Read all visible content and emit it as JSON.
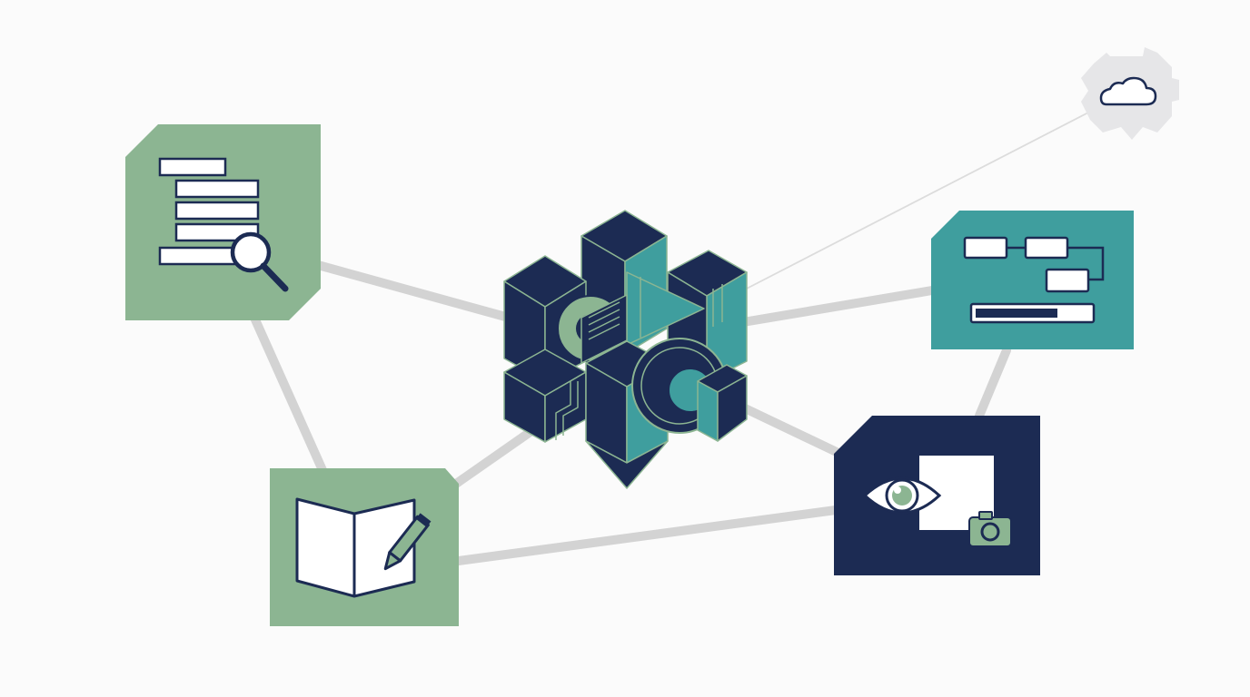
{
  "colors": {
    "background": "#fbfbfb",
    "connector": "#d3d3d3",
    "connector_thin": "#dcdcdc",
    "sage_green": "#8cb592",
    "teal": "#3f9e9e",
    "navy": "#1c2b53",
    "cloud_gray": "#e6e6e8",
    "white": "#ffffff"
  },
  "nodes": [
    {
      "id": "hub",
      "icon": "interlocking-cubes-gears-icon",
      "color": "navy"
    },
    {
      "id": "search-docs",
      "icon": "document-search-icon",
      "color": "sage_green"
    },
    {
      "id": "notebook",
      "icon": "notebook-pencil-icon",
      "color": "sage_green"
    },
    {
      "id": "workflow",
      "icon": "flowchart-progress-icon",
      "color": "teal"
    },
    {
      "id": "vision",
      "icon": "eye-camera-icon",
      "color": "navy"
    },
    {
      "id": "cloud",
      "icon": "cloud-icon",
      "color": "cloud_gray"
    }
  ],
  "edges": [
    {
      "from": "search-docs",
      "to": "hub",
      "style": "thick"
    },
    {
      "from": "search-docs",
      "to": "notebook",
      "style": "thick"
    },
    {
      "from": "notebook",
      "to": "hub",
      "style": "thick"
    },
    {
      "from": "notebook",
      "to": "vision",
      "style": "thick"
    },
    {
      "from": "hub",
      "to": "workflow",
      "style": "thick"
    },
    {
      "from": "hub",
      "to": "vision",
      "style": "thick"
    },
    {
      "from": "workflow",
      "to": "vision",
      "style": "thick"
    },
    {
      "from": "hub",
      "to": "cloud",
      "style": "thin"
    }
  ]
}
